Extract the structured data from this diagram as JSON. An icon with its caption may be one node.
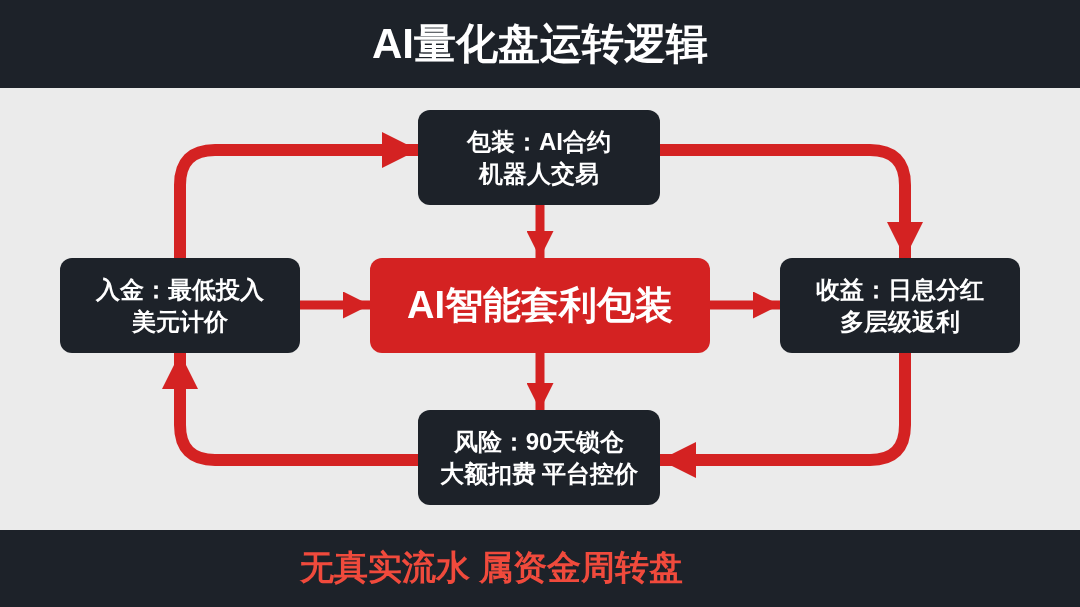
{
  "diagram": {
    "title": "AI量化盘运转逻辑",
    "caption": "无真实流水 属资金周转盘",
    "nodes": [
      {
        "text": [
          "包装：AI合约",
          "机器人交易"
        ]
      },
      {
        "text": [
          "入金：最低投入",
          "美元计价"
        ]
      },
      {
        "text": [
          "AI智能套利包装"
        ]
      },
      {
        "text": [
          "收益：日息分红",
          "多层级返利"
        ]
      },
      {
        "text": [
          "风险：90天锁仓",
          "大额扣费 平台控价"
        ]
      }
    ],
    "edges": [
      {
        "from": 1,
        "to": 0,
        "arrow": "to"
      },
      {
        "from": 0,
        "to": 3,
        "arrow": "to"
      },
      {
        "from": 3,
        "to": 4,
        "arrow": "to"
      },
      {
        "from": 4,
        "to": 1,
        "arrow": "to"
      },
      {
        "from": 0,
        "to": 2,
        "arrow": "to"
      },
      {
        "from": 1,
        "to": 2,
        "arrow": "to"
      },
      {
        "from": 2,
        "to": 3,
        "arrow": "to"
      },
      {
        "from": 2,
        "to": 4,
        "arrow": "to"
      }
    ]
  }
}
